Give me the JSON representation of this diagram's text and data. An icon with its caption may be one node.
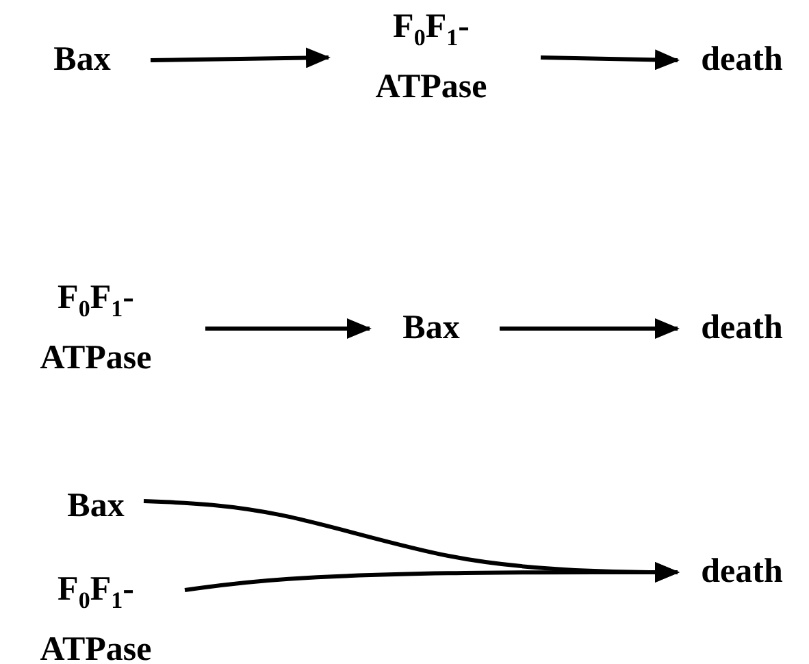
{
  "diagram": {
    "nodes": [
      {
        "text": [
          "Bax"
        ]
      },
      {
        "text": [
          "F$_{0}$F$_{1}$- ATPase"
        ]
      },
      {
        "text": [
          "death"
        ]
      },
      {
        "text": [
          "F$_{0}$F$_{1}$- ATPase"
        ]
      },
      {
        "text": [
          "Bax"
        ]
      },
      {
        "text": [
          "death"
        ]
      },
      {
        "text": [
          "Bax"
        ]
      },
      {
        "text": [
          "F$_{0}$F$_{1}$- ATPase"
        ]
      },
      {
        "text": [
          "death"
        ]
      }
    ],
    "edges": [
      {
        "from": 0,
        "to": 1,
        "arrow": "to"
      },
      {
        "from": 1,
        "to": 2,
        "arrow": "to"
      },
      {
        "from": 3,
        "to": 4,
        "arrow": "to"
      },
      {
        "from": 4,
        "to": 5,
        "arrow": "to"
      },
      {
        "from": 6,
        "to": 8,
        "arrow": "to"
      },
      {
        "from": 7,
        "to": 8,
        "arrow": "to"
      }
    ]
  }
}
